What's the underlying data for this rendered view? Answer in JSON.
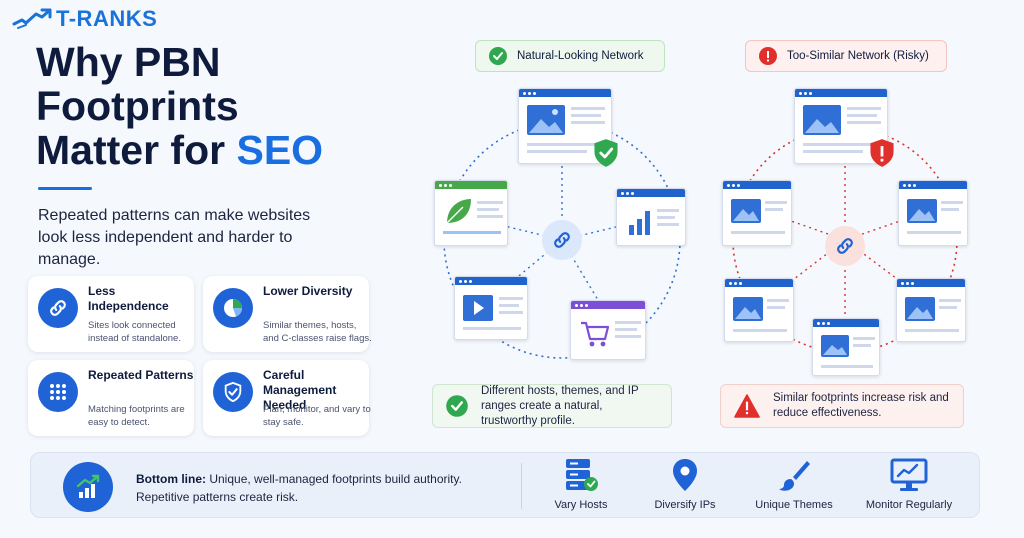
{
  "brand": {
    "name": "T-RANKS"
  },
  "hero": {
    "title_line1": "Why PBN",
    "title_line2": "Footprints",
    "title_line3_prefix": "Matter for ",
    "title_line3_accent": "SEO",
    "intro": "Repeated patterns can make websites look less independent and harder to manage."
  },
  "cards": [
    {
      "title": "Less Independence",
      "desc": "Sites look connected instead of standalone.",
      "icon": "link-icon"
    },
    {
      "title": "Lower Diversity",
      "desc": "Similar themes, hosts, and C-classes raise flags.",
      "icon": "pie-chart-icon"
    },
    {
      "title": "Repeated Patterns",
      "desc": "Matching footprints are easy to detect.",
      "icon": "dot-grid-icon"
    },
    {
      "title": "Careful Management Needed",
      "desc": "Plan, monitor, and vary to stay safe.",
      "icon": "shield-check-icon"
    }
  ],
  "networks": {
    "natural": {
      "label": "Natural-Looking Network",
      "note": "Different hosts, themes, and IP ranges create a natural, trustworthy profile."
    },
    "risky": {
      "label": "Too-Similar Network (Risky)",
      "note": "Similar footprints increase risk and reduce effectiveness."
    }
  },
  "bottom": {
    "label": "Bottom line:",
    "line1": "Unique, well-managed footprints build authority.",
    "line2": "Repetitive patterns create risk.",
    "tips": [
      {
        "label": "Vary Hosts",
        "icon": "server-check-icon"
      },
      {
        "label": "Diversify IPs",
        "icon": "location-pin-icon"
      },
      {
        "label": "Unique Themes",
        "icon": "paintbrush-icon"
      },
      {
        "label": "Monitor Regularly",
        "icon": "monitor-chart-icon"
      }
    ]
  },
  "colors": {
    "primary": "#1f63d6",
    "accent": "#1a6fe0",
    "dark_text": "#0f1b3d",
    "good_green": "#2fa84f",
    "bad_red": "#e0302c"
  }
}
